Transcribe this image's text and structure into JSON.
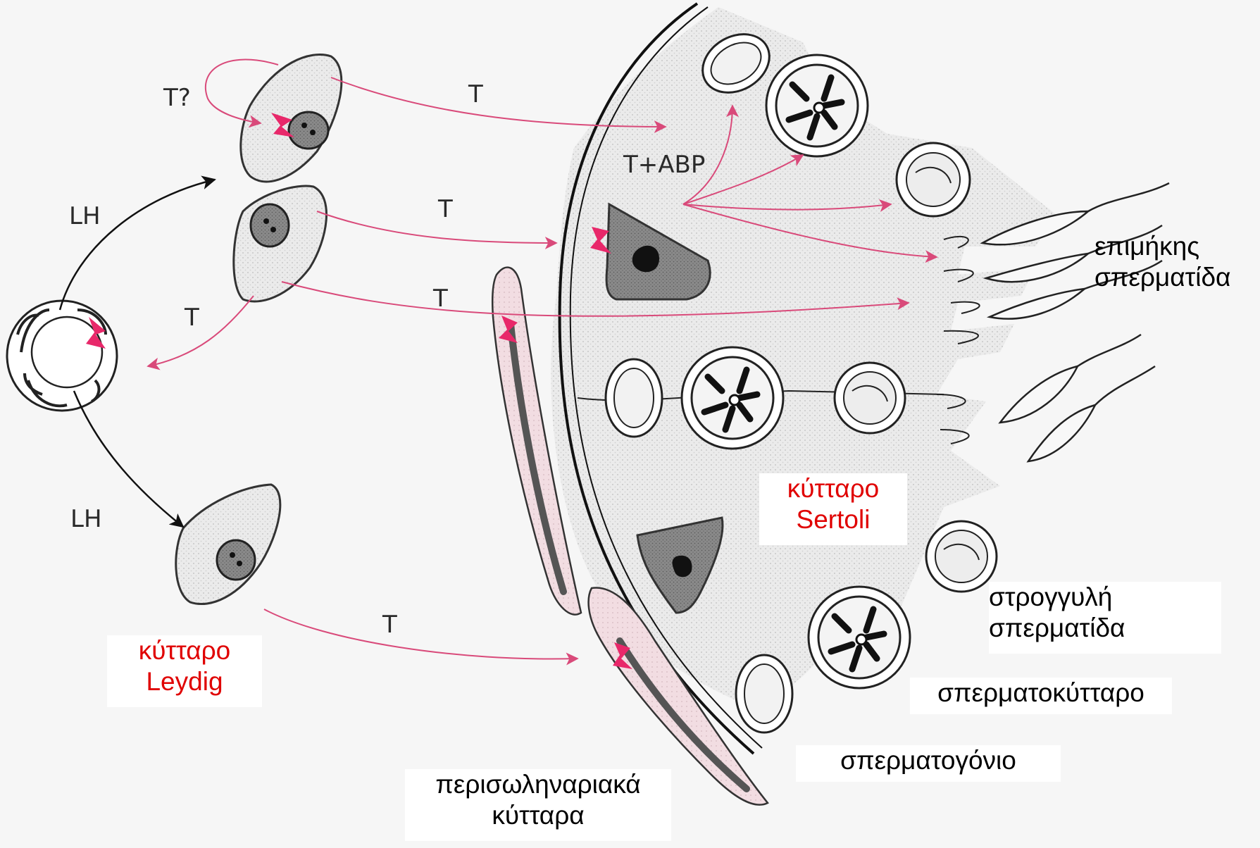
{
  "diagram": {
    "hormones": {
      "lh_top": "LH",
      "lh_bottom": "LH",
      "t_question": "T?",
      "t_top": "T",
      "t_middle": "T",
      "t_middle2": "T",
      "t_left": "T",
      "t_bottom": "T",
      "t_abp": "T+ABP"
    },
    "labels": {
      "leydig_line1": "κύτταρο",
      "leydig_line2": "Leydig",
      "sertoli_line1": "κύτταρο",
      "sertoli_line2": "Sertoli",
      "elongated_line1": "επιμήκης",
      "elongated_line2": "σπερματίδα",
      "round_line1": "στρογγυλή",
      "round_line2": "σπερματίδα",
      "spermatocyte": "σπερματοκύτταρο",
      "spermatogonium": "σπερματογόνιο",
      "peritubular_line1": "περισωληναριακά",
      "peritubular_line2": "κύτταρα"
    },
    "colors": {
      "hormone_arrow": "#d94a7a",
      "receptor": "#e8286a",
      "lh_arrow": "#111111",
      "highlight_label": "#e00000"
    }
  }
}
